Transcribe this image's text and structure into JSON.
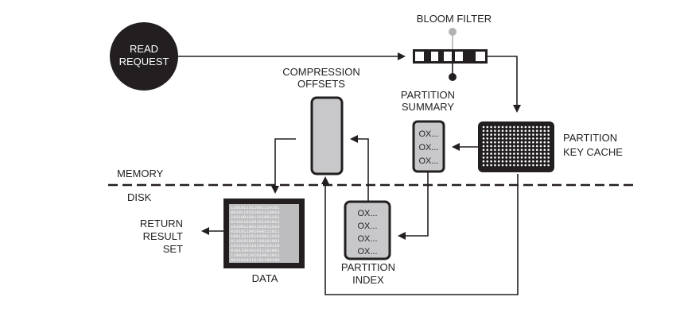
{
  "nodes": {
    "read_request": [
      "READ",
      "REQUEST"
    ],
    "bloom_filter": "BLOOM FILTER",
    "compression_offsets": [
      "COMPRESSION",
      "OFFSETS"
    ],
    "partition_summary": [
      "PARTITION",
      "SUMMARY"
    ],
    "partition_key_cache": [
      "PARTITION",
      "KEY CACHE"
    ],
    "partition_index": [
      "PARTITION",
      "INDEX"
    ],
    "data": "DATA",
    "return_result_set": [
      "RETURN",
      "RESULT",
      "SET"
    ]
  },
  "summary_entries": [
    "OX...",
    "OX...",
    "OX..."
  ],
  "index_entries": [
    "OX...",
    "OX...",
    "OX...",
    "OX..."
  ],
  "tiers": {
    "memory": "MEMORY",
    "disk": "DISK"
  },
  "data_bits": [
    "1101011011001110101",
    "0010110101001110010",
    "1011001011101001101",
    "0110110100101101011",
    "1010011001101011010",
    "0101011001000111011",
    "1001101011010011010",
    "0110101001110101001",
    "1011010110100110110",
    "0101100101011101001",
    "1100101101010011011",
    "0011010110101100100"
  ],
  "colors": {
    "ink": "#231f20",
    "box_fill": "#c8c8ca",
    "bloom_grey_dot": "#b3b3b3"
  }
}
